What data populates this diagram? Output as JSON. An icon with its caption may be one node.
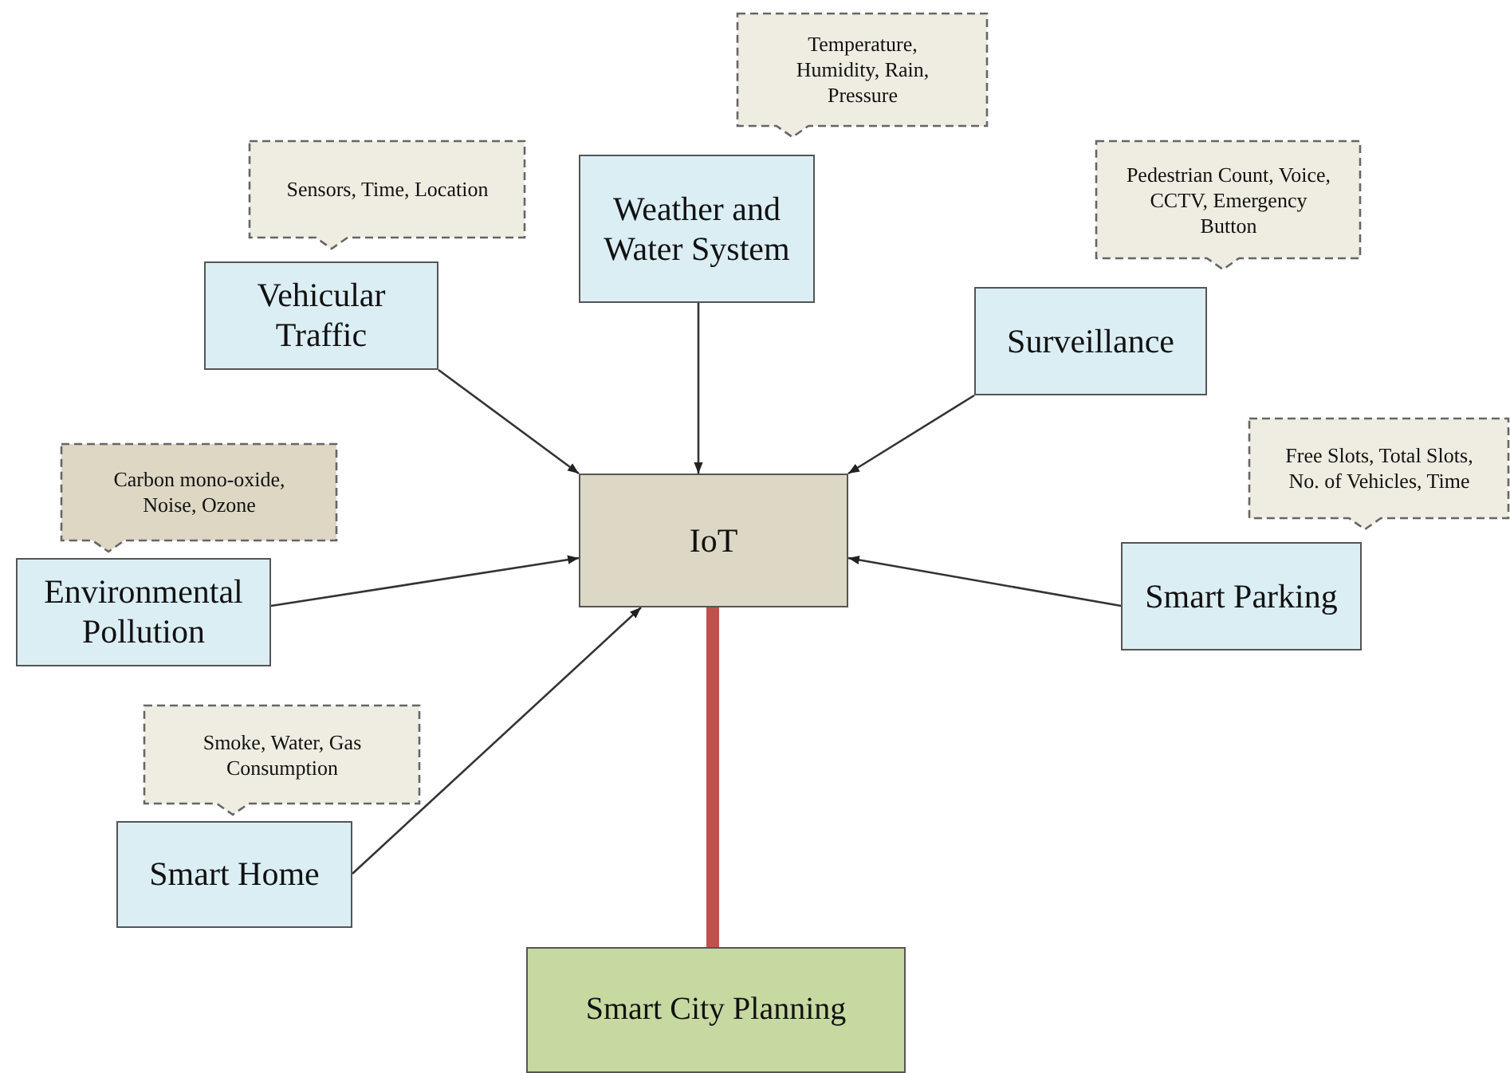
{
  "diagram": {
    "nodes": [
      {
        "text": [
          "Temperature, Humidity, Rain, Pressure"
        ]
      },
      {
        "text": [
          "Weather and Water System"
        ]
      },
      {
        "text": [
          "Sensors, Time, Location"
        ]
      },
      {
        "text": [
          "Vehicular Traffic"
        ]
      },
      {
        "text": [
          "Pedestrian Count, Voice, CCTV, Emergency Button"
        ]
      },
      {
        "text": [
          "Surveillance"
        ]
      },
      {
        "text": [
          "Carbon mono-oxide, Noise, Ozone"
        ]
      },
      {
        "text": [
          "Environmental Pollution"
        ]
      },
      {
        "text": [
          "IoT"
        ]
      },
      {
        "text": [
          "Free Slots, Total Slots, No. of Vehicles, Time"
        ]
      },
      {
        "text": [
          "Smart Parking"
        ]
      },
      {
        "text": [
          "Smoke, Water, Gas Consumption"
        ]
      },
      {
        "text": [
          "Smart Home"
        ]
      },
      {
        "text": [
          "Smart City Planning"
        ]
      }
    ],
    "edges": [
      {
        "from": 3,
        "to": 8,
        "arrow": "to"
      },
      {
        "from": 1,
        "to": 8,
        "arrow": "to"
      },
      {
        "from": 5,
        "to": 8,
        "arrow": "to"
      },
      {
        "from": 7,
        "to": 8,
        "arrow": "to"
      },
      {
        "from": 10,
        "to": 8,
        "arrow": "to"
      },
      {
        "from": 12,
        "to": 8,
        "arrow": "to"
      },
      {
        "from": 8,
        "to": 13,
        "arrow": "none",
        "style": "thick",
        "color": "#c0504d"
      }
    ]
  }
}
